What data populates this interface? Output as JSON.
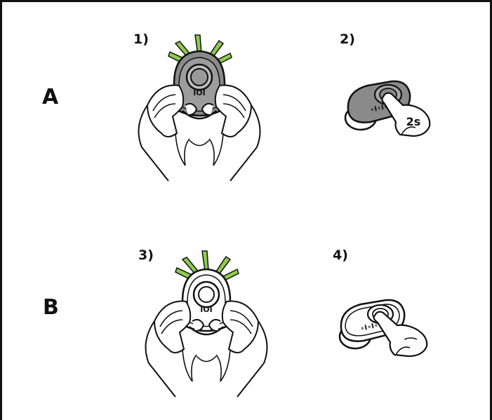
{
  "rows": [
    {
      "label": "A"
    },
    {
      "label": "B"
    }
  ],
  "steps": [
    {
      "label": "1)"
    },
    {
      "label": "2)",
      "badge": "2s"
    },
    {
      "label": "3)"
    },
    {
      "label": "4)"
    }
  ],
  "fob_marking": "IOI",
  "fob_marking_side": "∘I∘I∘",
  "colors": {
    "led_rays": "#8ecb4e",
    "fob_gray": "#8a8a8a",
    "outline": "#111111"
  },
  "icons": [
    "hands-holding-fob-icon",
    "key-fob-press-icon",
    "finger-icon"
  ]
}
